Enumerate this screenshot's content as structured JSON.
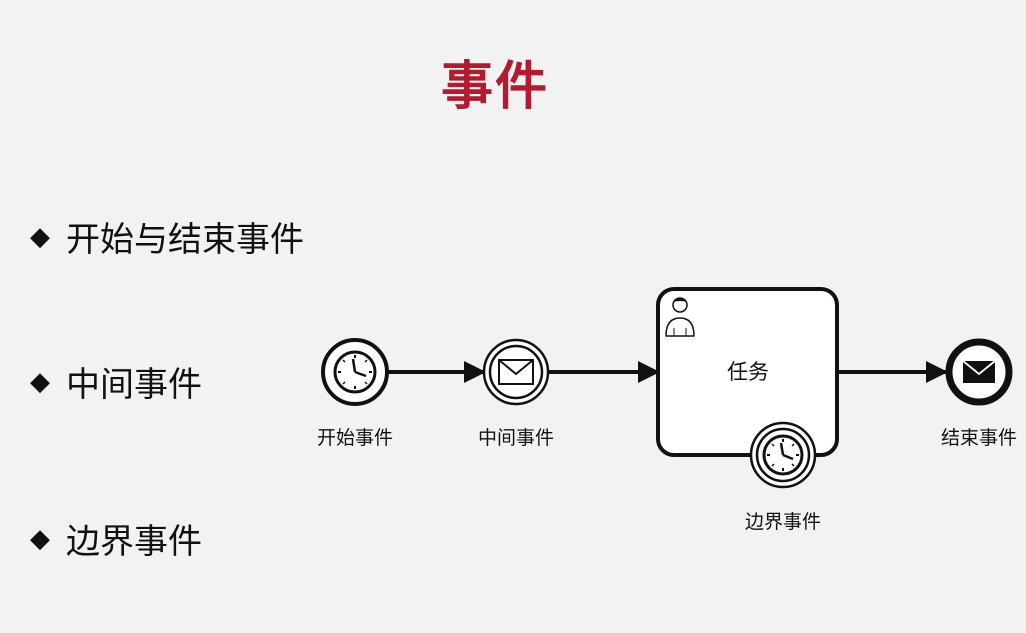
{
  "slide": {
    "title": "事件",
    "bullets": [
      {
        "icon": "diamond-bullet-icon",
        "text": "开始与结束事件"
      },
      {
        "icon": "diamond-bullet-icon",
        "text": "中间事件"
      },
      {
        "icon": "diamond-bullet-icon",
        "text": "边界事件"
      }
    ]
  },
  "diagram": {
    "start_event": {
      "label": "开始事件",
      "icon": "timer-icon"
    },
    "intermediate_event": {
      "label": "中间事件",
      "icon": "envelope-icon"
    },
    "task": {
      "label": "任务",
      "icon": "user-icon"
    },
    "boundary_event": {
      "label": "边界事件",
      "icon": "timer-icon"
    },
    "end_event": {
      "label": "结束事件",
      "icon": "envelope-filled-icon"
    }
  },
  "colors": {
    "background": "#f3f2f2",
    "title": "#b3192f",
    "stroke": "#111111"
  }
}
